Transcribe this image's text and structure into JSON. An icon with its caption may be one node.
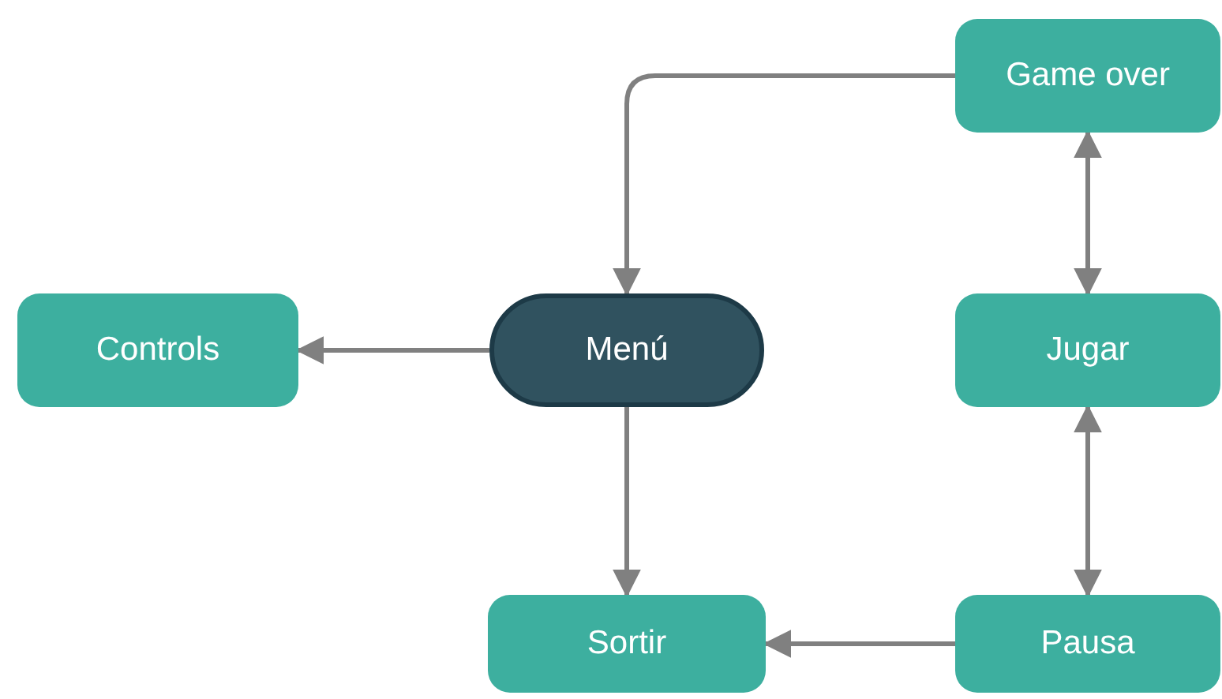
{
  "diagram": {
    "nodes": [
      {
        "text": [
          "Game over"
        ]
      },
      {
        "text": [
          "Controls"
        ]
      },
      {
        "text": [
          "Menú"
        ]
      },
      {
        "text": [
          "Jugar"
        ]
      },
      {
        "text": [
          "Sortir"
        ]
      },
      {
        "text": [
          "Pausa"
        ]
      }
    ],
    "edges": [
      {
        "from": 0,
        "to": 2,
        "arrow": "to"
      },
      {
        "from": 2,
        "to": 1,
        "arrow": "to"
      },
      {
        "from": 2,
        "to": 4,
        "arrow": "to"
      },
      {
        "from": 0,
        "to": 3,
        "arrow": "both"
      },
      {
        "from": 3,
        "to": 5,
        "arrow": "both"
      },
      {
        "from": 5,
        "to": 4,
        "arrow": "to"
      }
    ]
  }
}
